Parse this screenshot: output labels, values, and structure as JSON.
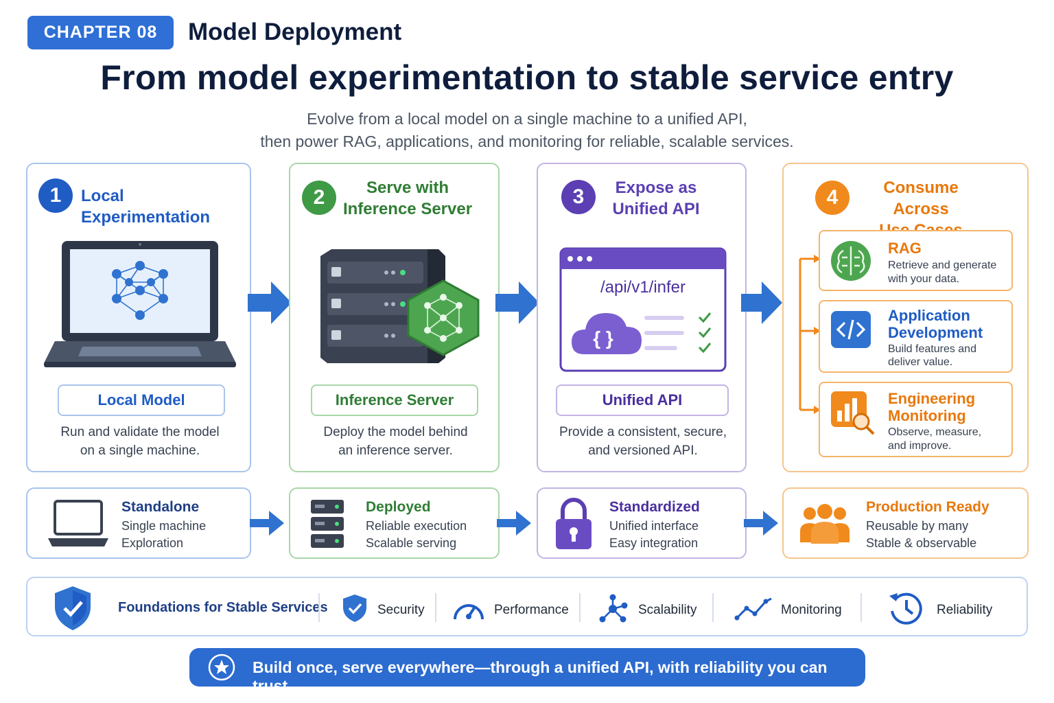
{
  "header": {
    "chapter": "CHAPTER 08",
    "chapter_title": "Model Deployment",
    "title": "From model experimentation to stable service entry",
    "subtitle_line1": "Evolve from a local model on a single machine to a unified API,",
    "subtitle_line2": "then power RAG, applications, and monitoring for reliable, scalable services."
  },
  "colors": {
    "blue": "#1f5cc4",
    "green": "#3f9a45",
    "purple": "#5b3fb3",
    "orange": "#f08a1c",
    "arrow": "#2f72d0"
  },
  "stages": [
    {
      "number": "1",
      "title": "Local Experimentation",
      "label": "Local Model",
      "desc_line1": "Run and validate the model",
      "desc_line2": "on a single machine.",
      "icon": "laptop-neural-network-icon"
    },
    {
      "number": "2",
      "title_line1": "Serve with",
      "title_line2": "Inference Server",
      "label": "Inference Server",
      "desc_line1": "Deploy the model behind",
      "desc_line2": "an inference server.",
      "icon": "server-hexagon-icon"
    },
    {
      "number": "3",
      "title_line1": "Expose as",
      "title_line2": "Unified API",
      "label": "Unified API",
      "endpoint": "/api/v1/infer",
      "brace": "{ }",
      "desc_line1": "Provide a consistent, secure,",
      "desc_line2": "and versioned API.",
      "icon": "api-window-icon"
    },
    {
      "number": "4",
      "title_line1": "Consume Across",
      "title_line2": "Use Cases",
      "use_cases": [
        {
          "title_line1": "RAG",
          "desc_line1": "Retrieve and generate",
          "desc_line2": "with your data.",
          "icon": "brain-icon"
        },
        {
          "title_line1": "Application",
          "title_line2": "Development",
          "desc_line1": "Build features and",
          "desc_line2": "deliver value.",
          "icon": "code-icon"
        },
        {
          "title_line1": "Engineering",
          "title_line2": "Monitoring",
          "desc_line1": "Observe, measure,",
          "desc_line2": "and improve.",
          "icon": "chart-magnifier-icon"
        }
      ]
    }
  ],
  "summary": [
    {
      "title": "Standalone",
      "line1": "Single machine",
      "line2": "Exploration",
      "icon": "laptop-icon"
    },
    {
      "title": "Deployed",
      "line1": "Reliable execution",
      "line2": "Scalable serving",
      "icon": "server-stack-icon"
    },
    {
      "title": "Standardized",
      "line1": "Unified interface",
      "line2": "Easy integration",
      "icon": "lock-icon"
    },
    {
      "title": "Production Ready",
      "line1": "Reusable by many",
      "line2": "Stable & observable",
      "icon": "users-icon"
    }
  ],
  "foundations": {
    "title": "Foundations for Stable Services",
    "items": [
      "Security",
      "Performance",
      "Scalability",
      "Monitoring",
      "Reliability"
    ]
  },
  "footer": "Build once, serve everywhere—through a unified API, with reliability you can trust."
}
